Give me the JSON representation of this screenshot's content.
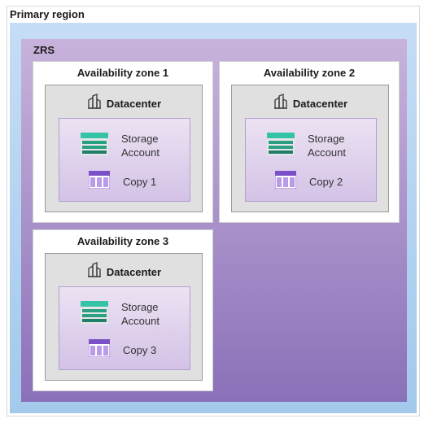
{
  "region": {
    "title": "Primary region"
  },
  "zrs": {
    "label": "ZRS"
  },
  "zones": [
    {
      "title": "Availability zone 1",
      "datacenter": "Datacenter",
      "storage_line1": "Storage",
      "storage_line2": "Account",
      "copy": "Copy 1"
    },
    {
      "title": "Availability zone 2",
      "datacenter": "Datacenter",
      "storage_line1": "Storage",
      "storage_line2": "Account",
      "copy": "Copy 2"
    },
    {
      "title": "Availability zone 3",
      "datacenter": "Datacenter",
      "storage_line1": "Storage",
      "storage_line2": "Account",
      "copy": "Copy 3"
    }
  ],
  "icons": {
    "datacenter": "datacenter-icon",
    "storage": "storage-account-icon",
    "copy": "table-copy-icon"
  },
  "colors": {
    "storage_teal": "#2fb59a",
    "copy_purple": "#8a5fd0"
  }
}
